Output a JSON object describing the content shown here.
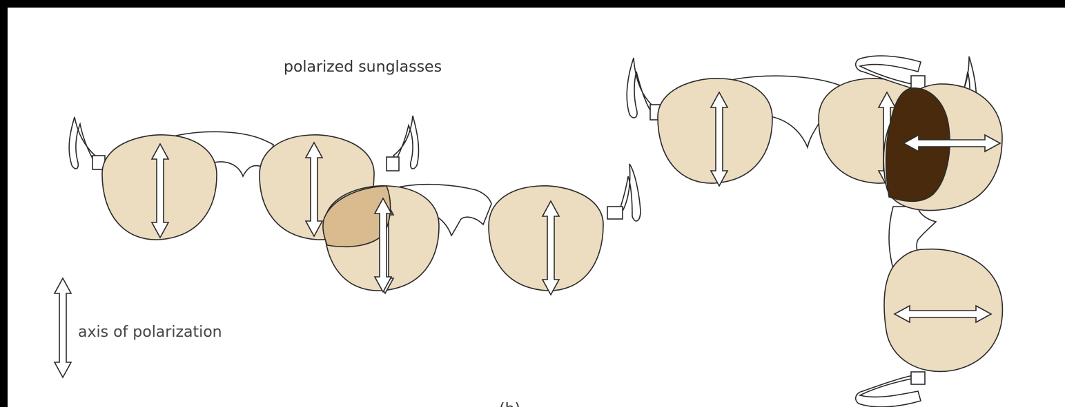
{
  "title": "polarized sunglasses",
  "legend": {
    "label": "axis of polarization"
  },
  "cutoff_label": "(b)",
  "colors": {
    "background": "#000000",
    "paper": "#ffffff",
    "lens": "#ecdcc0",
    "lens_overlap": "#d9bb8f",
    "lens_crossed": "#4a2a0c",
    "outline": "#2a2a2a"
  },
  "icons": [
    "double-headed-arrow-icon",
    "sunglasses-icon"
  ],
  "pairs": [
    {
      "name": "aligned-pair-back",
      "axis": "vertical"
    },
    {
      "name": "aligned-pair-front",
      "axis": "vertical"
    },
    {
      "name": "upright-pair",
      "axis": "vertical"
    },
    {
      "name": "rotated-pair",
      "axis": "horizontal"
    }
  ]
}
